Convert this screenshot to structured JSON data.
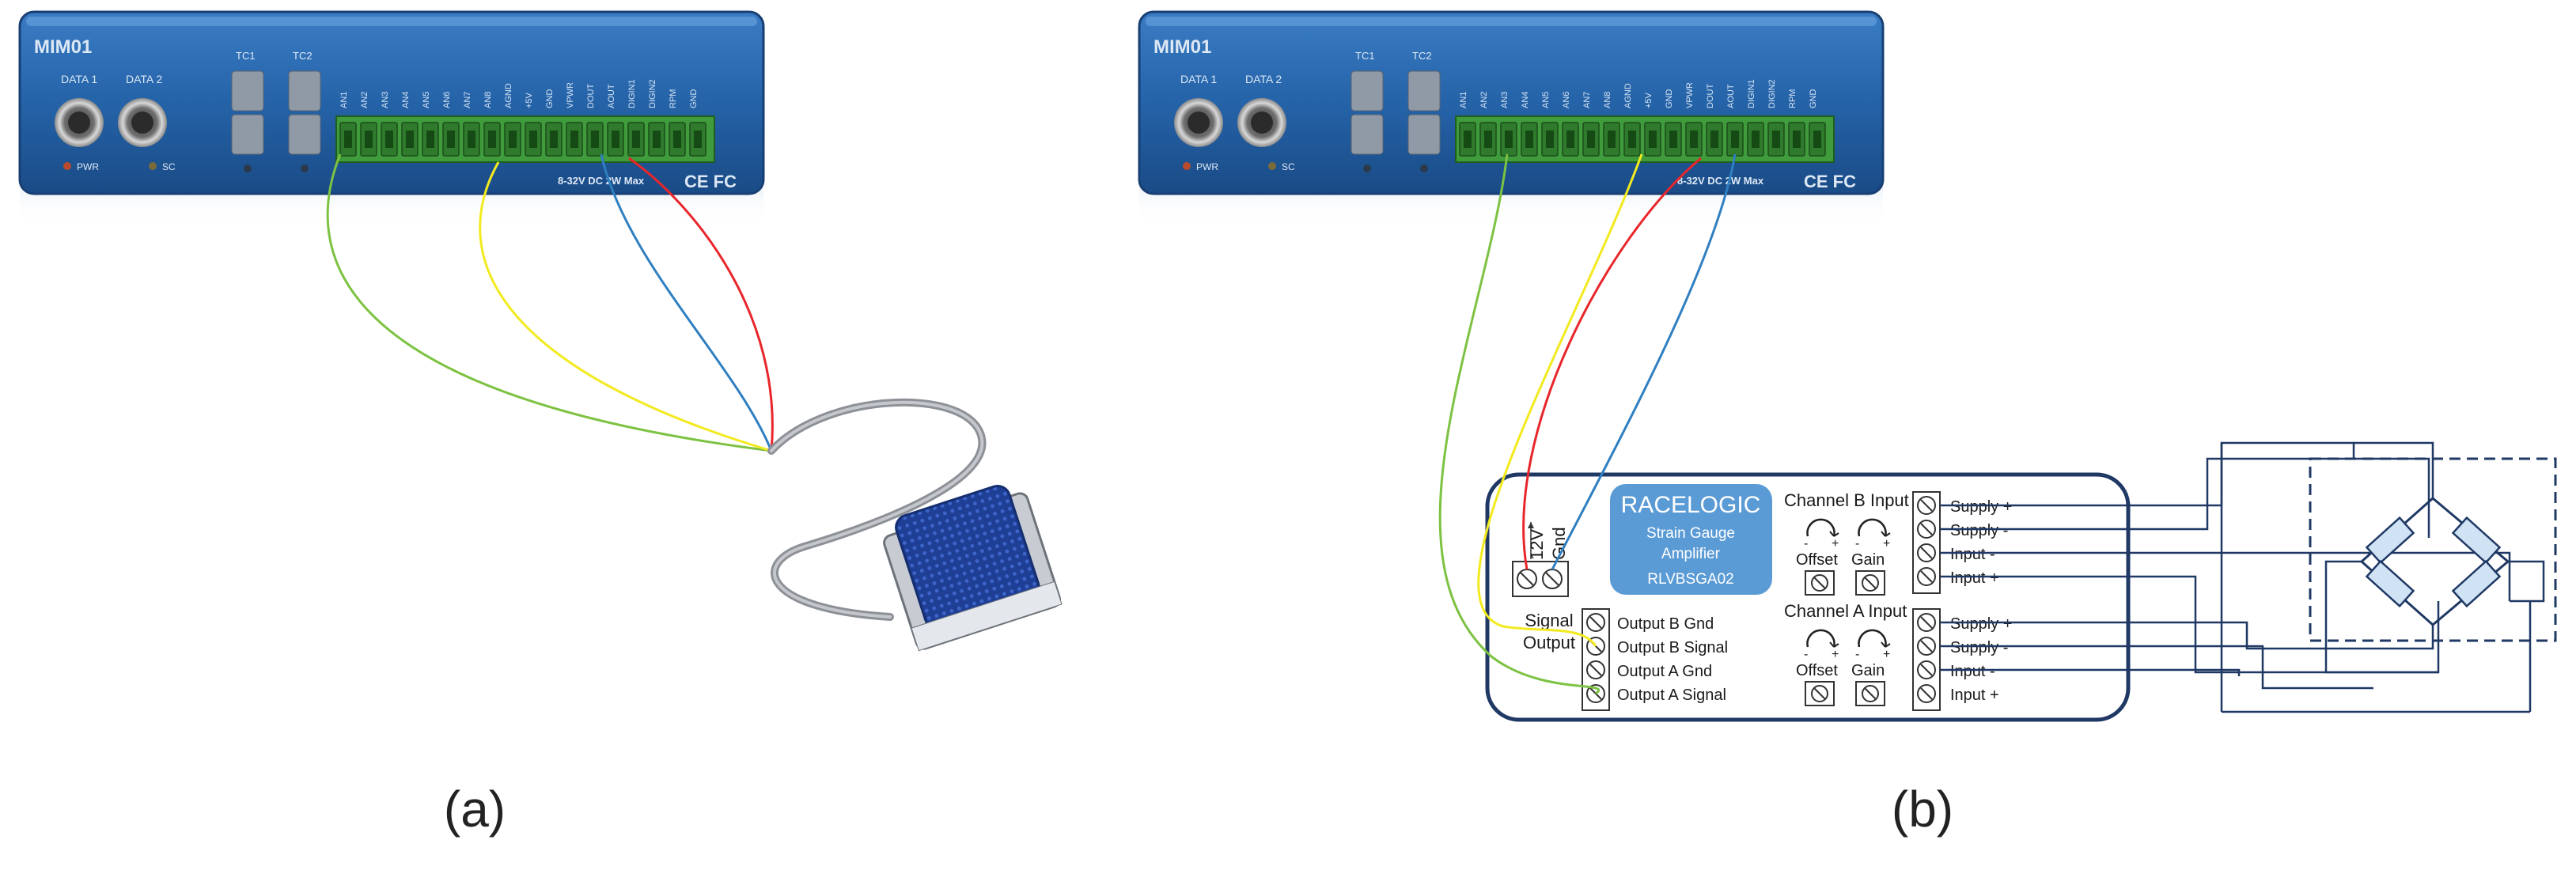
{
  "panels": [
    {
      "id": "a",
      "label": "(a)"
    },
    {
      "id": "b",
      "label": "(b)"
    }
  ],
  "module": {
    "model": "MIM01",
    "data1": "DATA 1",
    "data2": "DATA 2",
    "tc1": "TC1",
    "tc2": "TC2",
    "pwr": "PWR",
    "sc": "SC",
    "pins": [
      "AN1",
      "AN2",
      "AN3",
      "AN4",
      "AN5",
      "AN6",
      "AN7",
      "AN8",
      "AGND",
      "+5V",
      "GND",
      "VPWR",
      "DOUT",
      "AOUT",
      "DIGIN1",
      "DIGIN2",
      "RPM",
      "GND"
    ],
    "spec": "8-32V DC  2W Max",
    "cert": "CE FC"
  },
  "amplifier": {
    "brand": "RACELOGIC",
    "product_line1": "Strain Gauge",
    "product_line2": "Amplifier",
    "part_number": "RLVBSGA02",
    "power_12v": "12V",
    "power_gnd": "Gnd",
    "signal_output_line1": "Signal",
    "signal_output_line2": "Output",
    "outputs": [
      "Output B Gnd",
      "Output B Signal",
      "Output A Gnd",
      "Output A Signal"
    ],
    "channel_b_title": "Channel B Input",
    "channel_a_title": "Channel A Input",
    "pot_minus": "-",
    "pot_plus": "+",
    "offset": "Offset",
    "gain": "Gain",
    "inputs": [
      "Supply +",
      "Supply -",
      "Input -",
      "Input +"
    ]
  },
  "wire_colors": {
    "green": "#7dc242",
    "yellow": "#f2ea1f",
    "blue": "#2f7fc1",
    "red": "#e8262b"
  },
  "colors": {
    "module_blue": "#2563a8",
    "terminal_green": "#3f9b3c",
    "amp_border": "#1f3864",
    "badge": "#5b9bd5"
  }
}
